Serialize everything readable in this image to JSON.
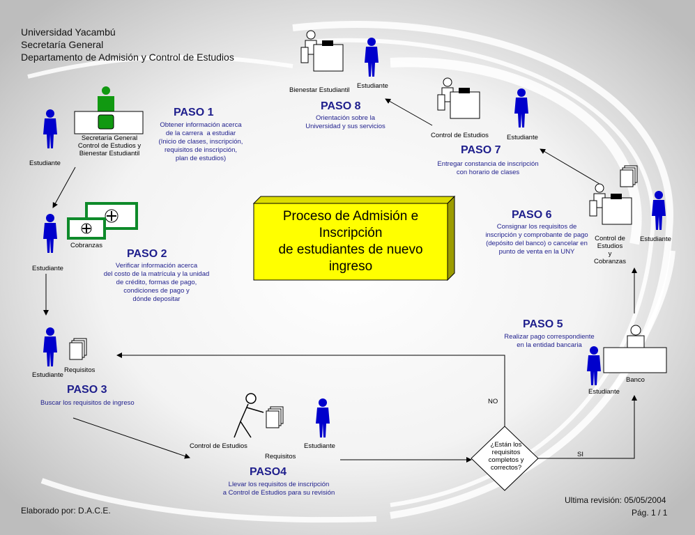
{
  "header": {
    "line1": "Universidad Yacambú",
    "line2": "Secretaría General",
    "line3": "Departamento de Admisión y Control de Estudios"
  },
  "title": "Proceso de Admisión e\nInscripción\nde estudiantes de nuevo\ningreso",
  "steps": {
    "paso1": {
      "label": "PASO 1",
      "desc": "Obtener información acerca\nde la carrera  a estudiar\n(Inicio de clases, inscripción,\nrequisitos de inscripción,\nplan de estudios)"
    },
    "paso2": {
      "label": "PASO 2",
      "desc": "Verificar información acerca\ndel costo de la matrícula y la unidad\nde crédito, formas de pago,\ncondiciones de pago y\ndónde depositar"
    },
    "paso3": {
      "label": "PASO 3",
      "desc": "Buscar los requisitos de ingreso"
    },
    "paso4": {
      "label": "PASO4",
      "desc": "Llevar los requisitos de inscripción\na Control de Estudios para su revisión"
    },
    "paso5": {
      "label": "PASO 5",
      "desc": "Realizar pago correspondiente\nen la entidad bancaria"
    },
    "paso6": {
      "label": "PASO 6",
      "desc": "Consignar los requisitos de\ninscripción y comprobante de pago\n(depósito del banco) o cancelar en\npunto de venta en la UNY"
    },
    "paso7": {
      "label": "PASO 7",
      "desc": "Entregar constancia de inscripción\ncon horario de clases"
    },
    "paso8": {
      "label": "PASO 8",
      "desc": "Orientación sobre la\nUniversidad y sus servicios"
    }
  },
  "labels": {
    "estudiante": "Estudiante",
    "secretaria": "Secretaría General\nControl de Estudios y\nBienestar Estudiantil",
    "cobranzas": "Cobranzas",
    "requisitos": "Requisitos",
    "control_estudios": "Control de Estudios",
    "banco": "Banco",
    "control_cobranzas": "Control de\nEstudios\ny\nCobranzas",
    "bienestar": "Bienestar Estudiantil"
  },
  "decision": {
    "question": "¿Están los\nrequisitos\ncompletos y\ncorrectos?",
    "no": "NO",
    "si": "SI"
  },
  "footer": {
    "elaborado": "Elaborado por:  D.A.C.E.",
    "revision": "Ultima revisión: 05/05/2004",
    "pagina": "Pág. 1 / 1"
  },
  "colors": {
    "accent": "#1e1e8c",
    "figure_blue": "#0000cc",
    "title_box": "#ffff00",
    "desk_green": "#119911",
    "money_green": "#0e8a2a"
  }
}
